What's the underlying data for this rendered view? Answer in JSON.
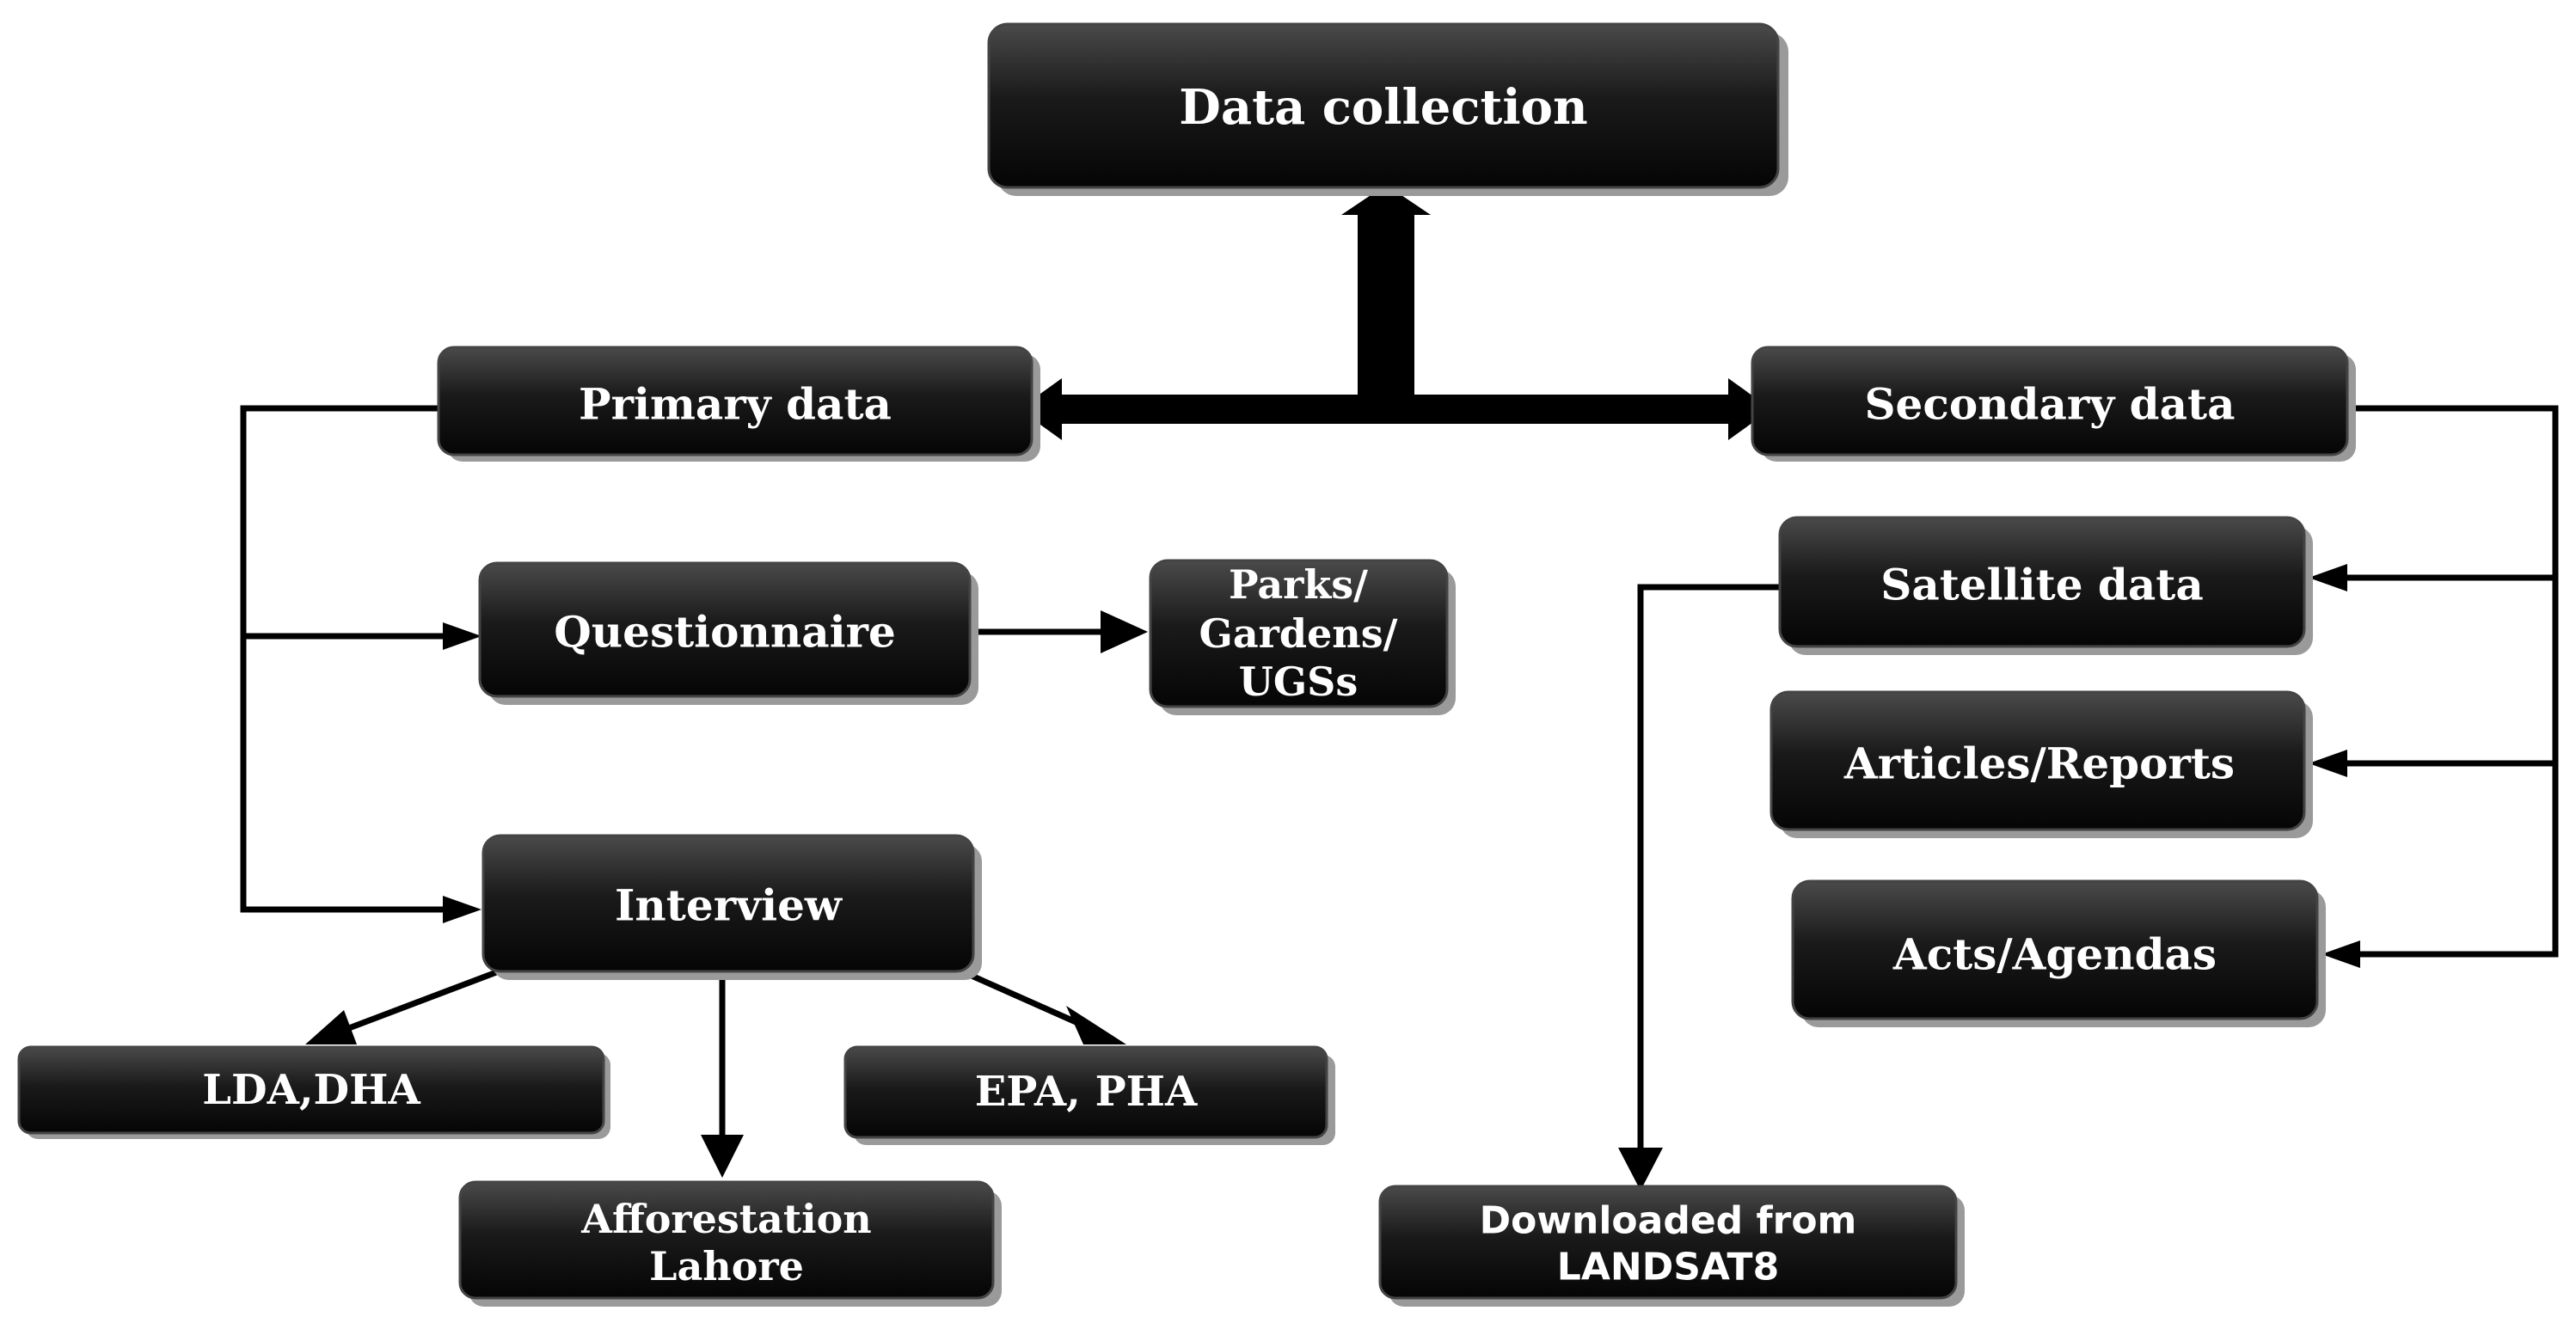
{
  "nodes": {
    "data_collection": "Data collection",
    "primary_data": "Primary data",
    "secondary_data": "Secondary data",
    "questionnaire": "Questionnaire",
    "parks": [
      "Parks/",
      "Gardens/",
      "UGSs"
    ],
    "interview": "Interview",
    "lda_dha": "LDA,DHA",
    "epa_pha": "EPA, PHA",
    "afforestation": [
      "Afforestation",
      "Lahore"
    ],
    "satellite_data": "Satellite data",
    "articles_reports": "Articles/Reports",
    "acts_agendas": "Acts/Agendas",
    "downloaded": [
      "Downloaded from",
      "LANDSAT8"
    ]
  },
  "colors": {
    "box_top": "#4a4a4a",
    "box_bottom": "#050505",
    "text": "#ffffff",
    "lines": "#000000"
  }
}
